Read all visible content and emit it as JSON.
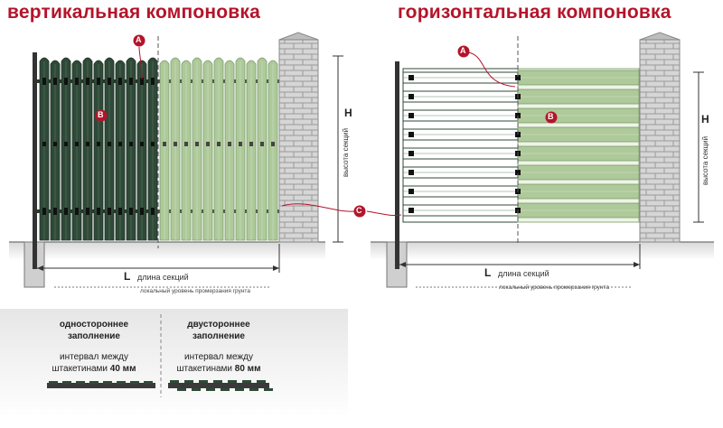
{
  "titles": {
    "vertical": "вертикальная компоновка",
    "horizontal": "горизонтальная компоновка"
  },
  "markers": {
    "a": "A",
    "b": "B",
    "c": "C"
  },
  "dimensions": {
    "height_letter": "H",
    "height_label": "высота секций",
    "length_letter": "L",
    "length_label": "длина секций",
    "ground_label": "локальный уровень промерзания грунта"
  },
  "fill_types": {
    "one_sided": {
      "title_line1": "одностороннее",
      "title_line2": "заполнение",
      "interval_line1": "интервал между",
      "interval_line2": "штакетинами",
      "interval_value": "40 мм"
    },
    "two_sided": {
      "title_line1": "двустороннее",
      "title_line2": "заполнение",
      "interval_line1": "интервал между",
      "interval_line2": "штакетинами",
      "interval_value": "80 мм"
    }
  },
  "colors": {
    "dark_green": "#2f4a38",
    "light_green": "#aec99a",
    "brick": "#c9c9c9",
    "marker": "#b4142a"
  }
}
